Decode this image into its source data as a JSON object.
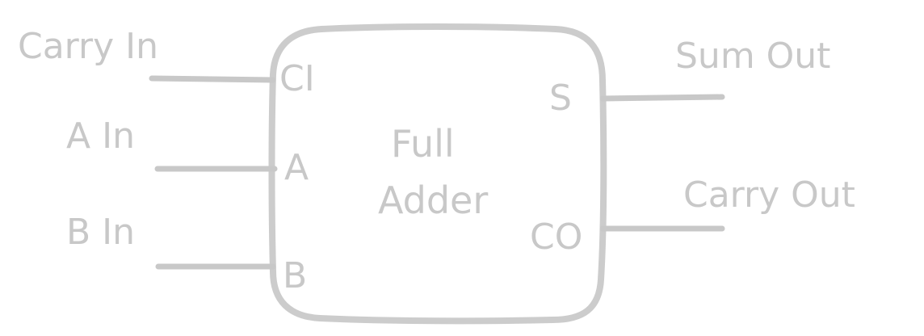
{
  "block": {
    "title_line1": "Full",
    "title_line2": "Adder"
  },
  "inputs": [
    {
      "name": "Carry In",
      "pin": "CI"
    },
    {
      "name": "A In",
      "pin": "A"
    },
    {
      "name": "B In",
      "pin": "B"
    }
  ],
  "outputs": [
    {
      "name": "Sum Out",
      "pin": "S"
    },
    {
      "name": "Carry Out",
      "pin": "CO"
    }
  ],
  "colors": {
    "stroke": "#cccccc",
    "text": "#c8c8c8",
    "background": "#ffffff"
  }
}
